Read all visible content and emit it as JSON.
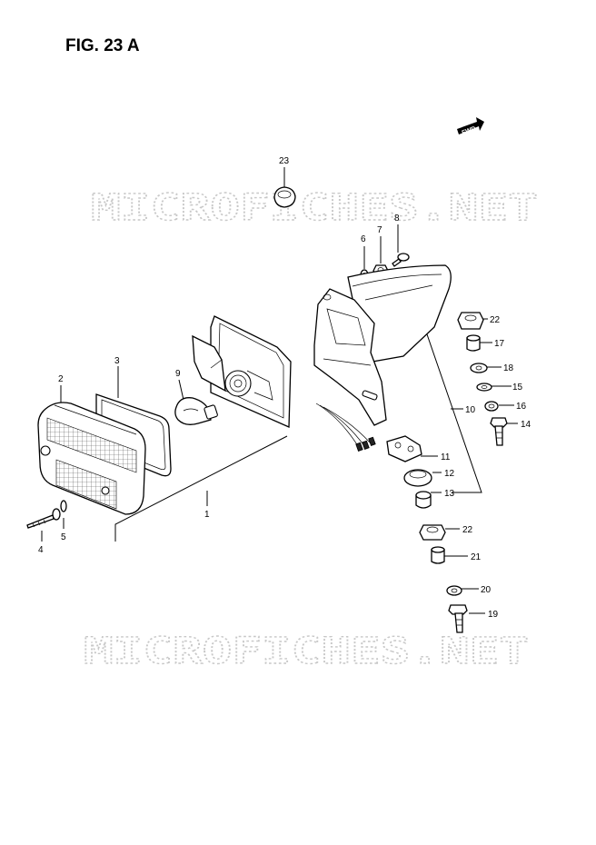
{
  "figure": {
    "title": "FIG. 23 A"
  },
  "watermark": {
    "text": "MICROFICHES.NET"
  },
  "direction": {
    "label": "FWD",
    "icon": "fwd-arrow-icon"
  },
  "callouts": [
    {
      "id": "c1",
      "label": "1"
    },
    {
      "id": "c2",
      "label": "2"
    },
    {
      "id": "c3",
      "label": "3"
    },
    {
      "id": "c4",
      "label": "4"
    },
    {
      "id": "c5",
      "label": "5"
    },
    {
      "id": "c6",
      "label": "6"
    },
    {
      "id": "c7",
      "label": "7"
    },
    {
      "id": "c8",
      "label": "8"
    },
    {
      "id": "c9",
      "label": "9"
    },
    {
      "id": "c10",
      "label": "10"
    },
    {
      "id": "c11",
      "label": "11"
    },
    {
      "id": "c12",
      "label": "12"
    },
    {
      "id": "c13",
      "label": "13"
    },
    {
      "id": "c14",
      "label": "14"
    },
    {
      "id": "c15",
      "label": "15"
    },
    {
      "id": "c16",
      "label": "16"
    },
    {
      "id": "c17",
      "label": "17"
    },
    {
      "id": "c18",
      "label": "18"
    },
    {
      "id": "c19",
      "label": "19"
    },
    {
      "id": "c20",
      "label": "20"
    },
    {
      "id": "c21",
      "label": "21"
    },
    {
      "id": "c22a",
      "label": "22"
    },
    {
      "id": "c22b",
      "label": "22"
    },
    {
      "id": "c23",
      "label": "23"
    }
  ]
}
